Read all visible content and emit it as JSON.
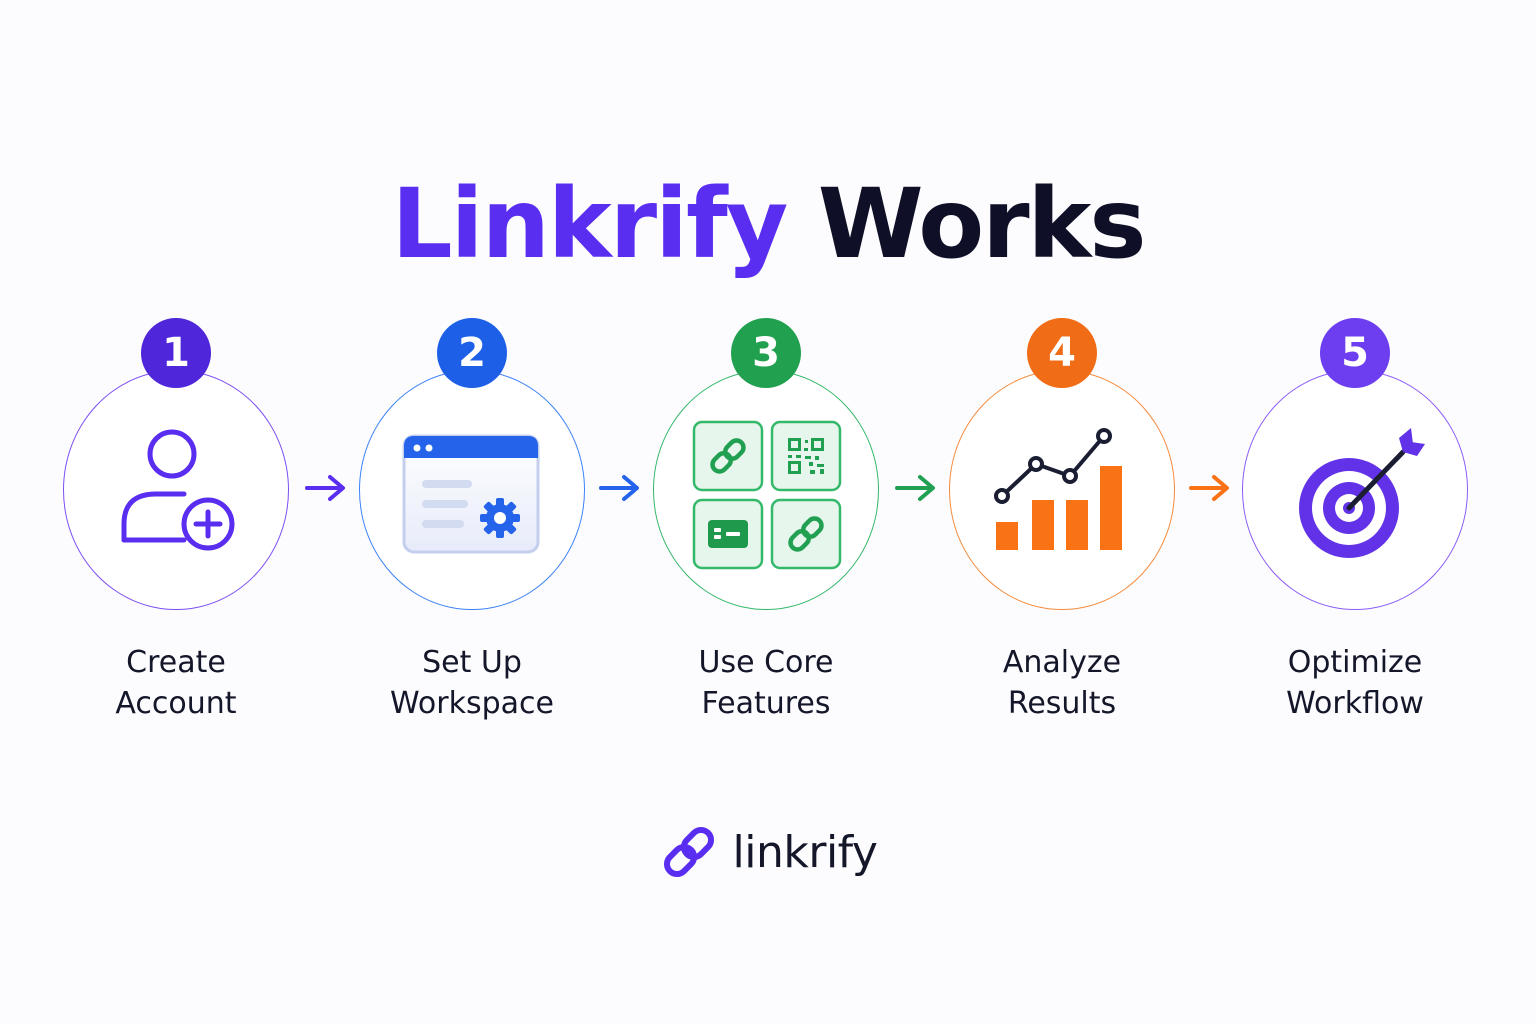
{
  "title": {
    "brand": "Linkrify",
    "rest": "Works"
  },
  "steps": [
    {
      "number": "1",
      "line1": "Create",
      "line2": "Account",
      "color": "#5a2ef0",
      "icon": "add-user-icon"
    },
    {
      "number": "2",
      "line1": "Set Up",
      "line2": "Workspace",
      "color": "#2563eb",
      "icon": "workspace-settings-icon"
    },
    {
      "number": "3",
      "line1": "Use Core",
      "line2": "Features",
      "color": "#16a34a",
      "icon": "features-grid-icon"
    },
    {
      "number": "4",
      "line1": "Analyze",
      "line2": "Results",
      "color": "#f97316",
      "icon": "analytics-chart-icon"
    },
    {
      "number": "5",
      "line1": "Optimize",
      "line2": "Workflow",
      "color": "#6d3df0",
      "icon": "target-icon"
    }
  ],
  "footer": {
    "wordmark": "linkrify",
    "icon": "link-icon",
    "color": "#5a2ef0"
  }
}
